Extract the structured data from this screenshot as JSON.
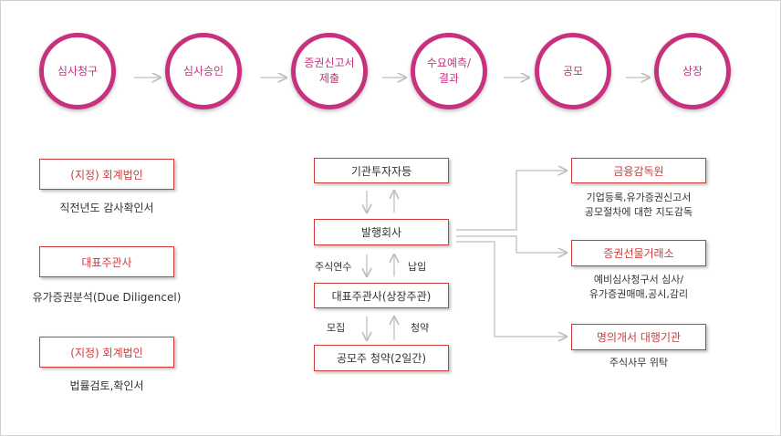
{
  "process_steps": [
    "심사청구",
    "심사승인",
    "증권신고서\n제출",
    "수요예측/\n결과",
    "공모",
    "상장"
  ],
  "left_column": [
    {
      "box": "(지정) 회계법인",
      "caption": "직전년도 감사확인서"
    },
    {
      "box": "대표주관사",
      "caption": "유가증권분석(Due Diligencel)"
    },
    {
      "box": "(지정) 회계법인",
      "caption": "법률검토,확인서"
    }
  ],
  "center_column": {
    "boxes": [
      "기관투자자등",
      "발행회사",
      "대표주관사(상장주관)",
      "공모주 청약(2일간)"
    ],
    "arrow_labels": {
      "stock_training": "주식연수",
      "payment": "납입",
      "recruit": "모집",
      "subscription": "청약"
    }
  },
  "right_column": [
    {
      "box": "금융감독원",
      "caption": "기업등록,유가증권신고서\n공모절차에 대한 지도감독"
    },
    {
      "box": "증권선물거래소",
      "caption": "예비심사청구서 심사/\n유가증권매매,공시,감리"
    },
    {
      "box": "명의개서 대행기관",
      "caption": "주식사무 위탁"
    }
  ],
  "colors": {
    "accent": "#c8317e",
    "box_border": "#d23a3a",
    "connector": "#c8c8c8"
  }
}
